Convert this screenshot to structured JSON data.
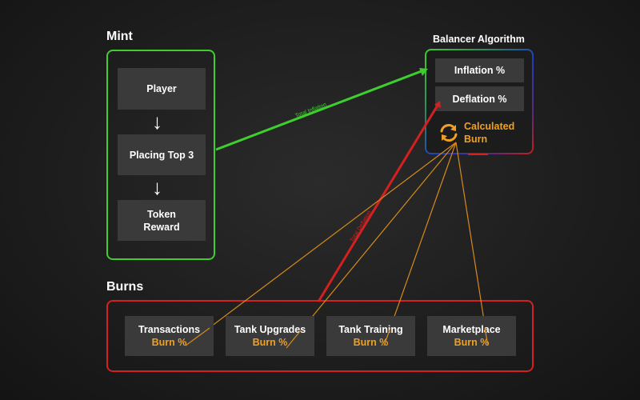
{
  "mint": {
    "title": "Mint",
    "steps": [
      "Player",
      "Placing Top 3",
      "Token\nReward"
    ],
    "arrow_icon": "arrow-down-icon"
  },
  "balancer": {
    "title": "Balancer Algorithm",
    "inflation_label": "Inflation %",
    "deflation_label": "Deflation %",
    "calculated_label": "Calculated\nBurn",
    "calc_icon": "refresh-icon"
  },
  "burns": {
    "title": "Burns",
    "items": [
      {
        "name": "Transactions",
        "pct": "Burn %"
      },
      {
        "name": "Tank Upgrades",
        "pct": "Burn %"
      },
      {
        "name": "Tank Training",
        "pct": "Burn %"
      },
      {
        "name": "Marketplace",
        "pct": "Burn %"
      }
    ]
  },
  "connectors": {
    "total_inflation": "Total Inflation",
    "total_deflation": "Total Deflation"
  },
  "colors": {
    "mint": "#3ecf2e",
    "burn": "#d42020",
    "accent": "#f0a020",
    "box": "#3a3a3a"
  }
}
